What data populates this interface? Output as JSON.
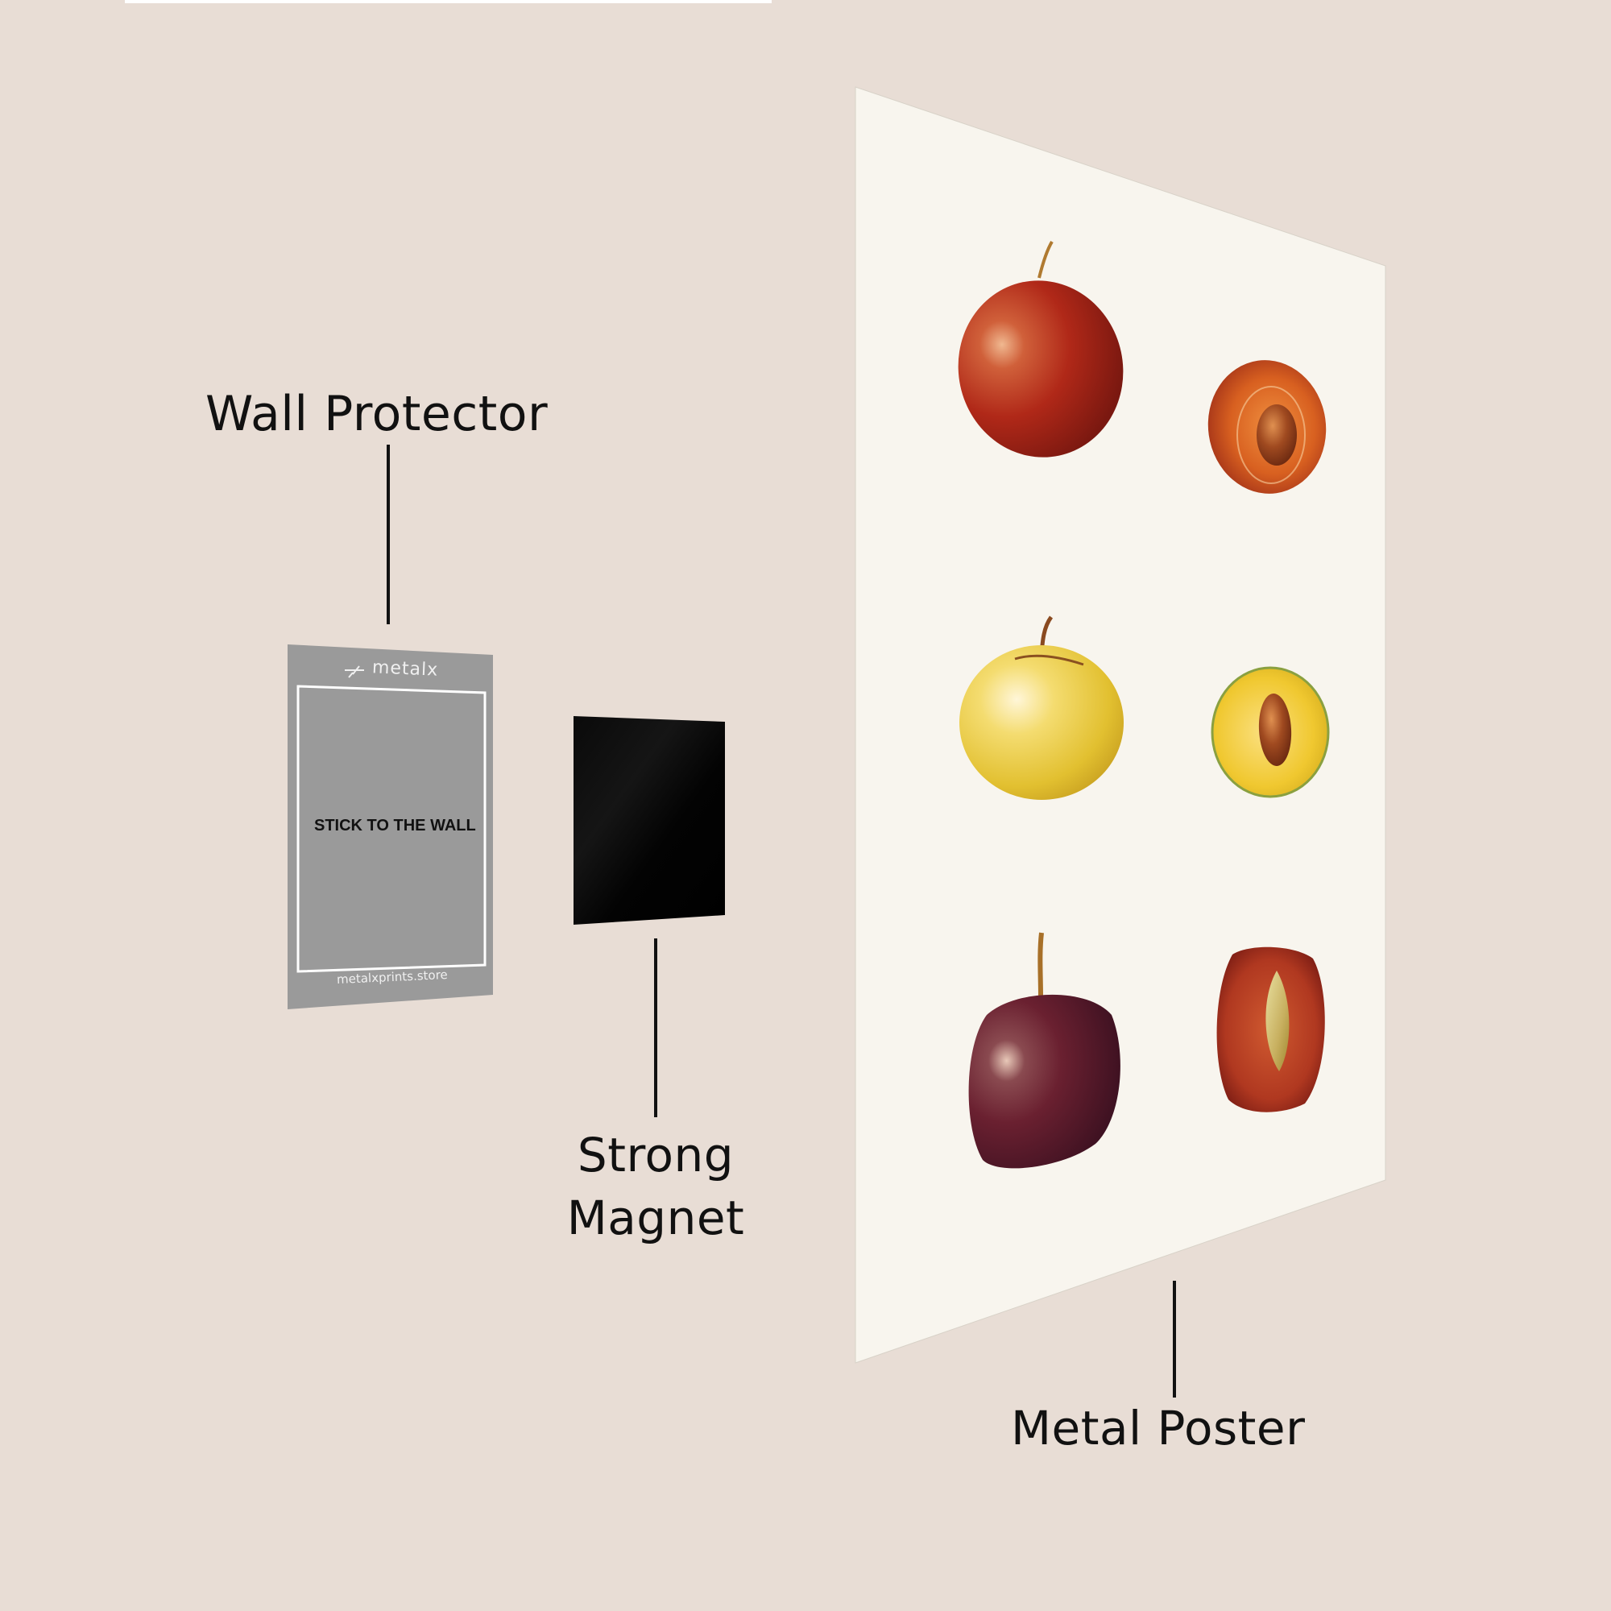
{
  "labels": {
    "wall_protector": "Wall Protector",
    "strong_magnet_line1": "Strong",
    "strong_magnet_line2": "Magnet",
    "metal_poster": "Metal Poster"
  },
  "wall_protector_card": {
    "brand": "metalx",
    "instruction": "STICK TO THE WALL",
    "website": "metalxprints.store",
    "color": "#9a9a9a"
  },
  "magnet": {
    "color": "#050505"
  },
  "poster": {
    "background": "#f8f5ee",
    "fruits": [
      {
        "name": "red-plum-whole",
        "color": "#b0301c"
      },
      {
        "name": "red-plum-half",
        "color": "#c8501e"
      },
      {
        "name": "yellow-plum-whole",
        "color": "#e8c840"
      },
      {
        "name": "yellow-plum-half",
        "color": "#e8c030"
      },
      {
        "name": "purple-plum-whole",
        "color": "#5a1e2a"
      },
      {
        "name": "purple-plum-half",
        "color": "#a83020"
      }
    ]
  },
  "colors": {
    "background": "#e8ddd5",
    "text": "#111111"
  }
}
